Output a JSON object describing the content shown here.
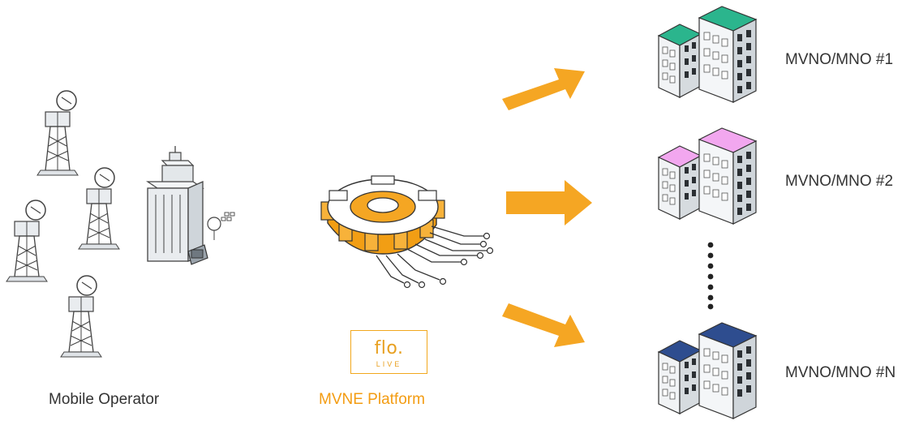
{
  "operator": {
    "label": "Mobile Operator"
  },
  "platform": {
    "label": "MVNE Platform",
    "logo_text": "flo.",
    "logo_sub": "LIVE"
  },
  "clients": [
    {
      "label": "MVNO/MNO #1",
      "roof_color": "#2bb58d"
    },
    {
      "label": "MVNO/MNO #2",
      "roof_color": "#f2a7ef"
    },
    {
      "label": "MVNO/MNO #N",
      "roof_color": "#2e4d8f"
    }
  ],
  "colors": {
    "arrow": "#f5a623",
    "accent_text": "#f39c12"
  }
}
